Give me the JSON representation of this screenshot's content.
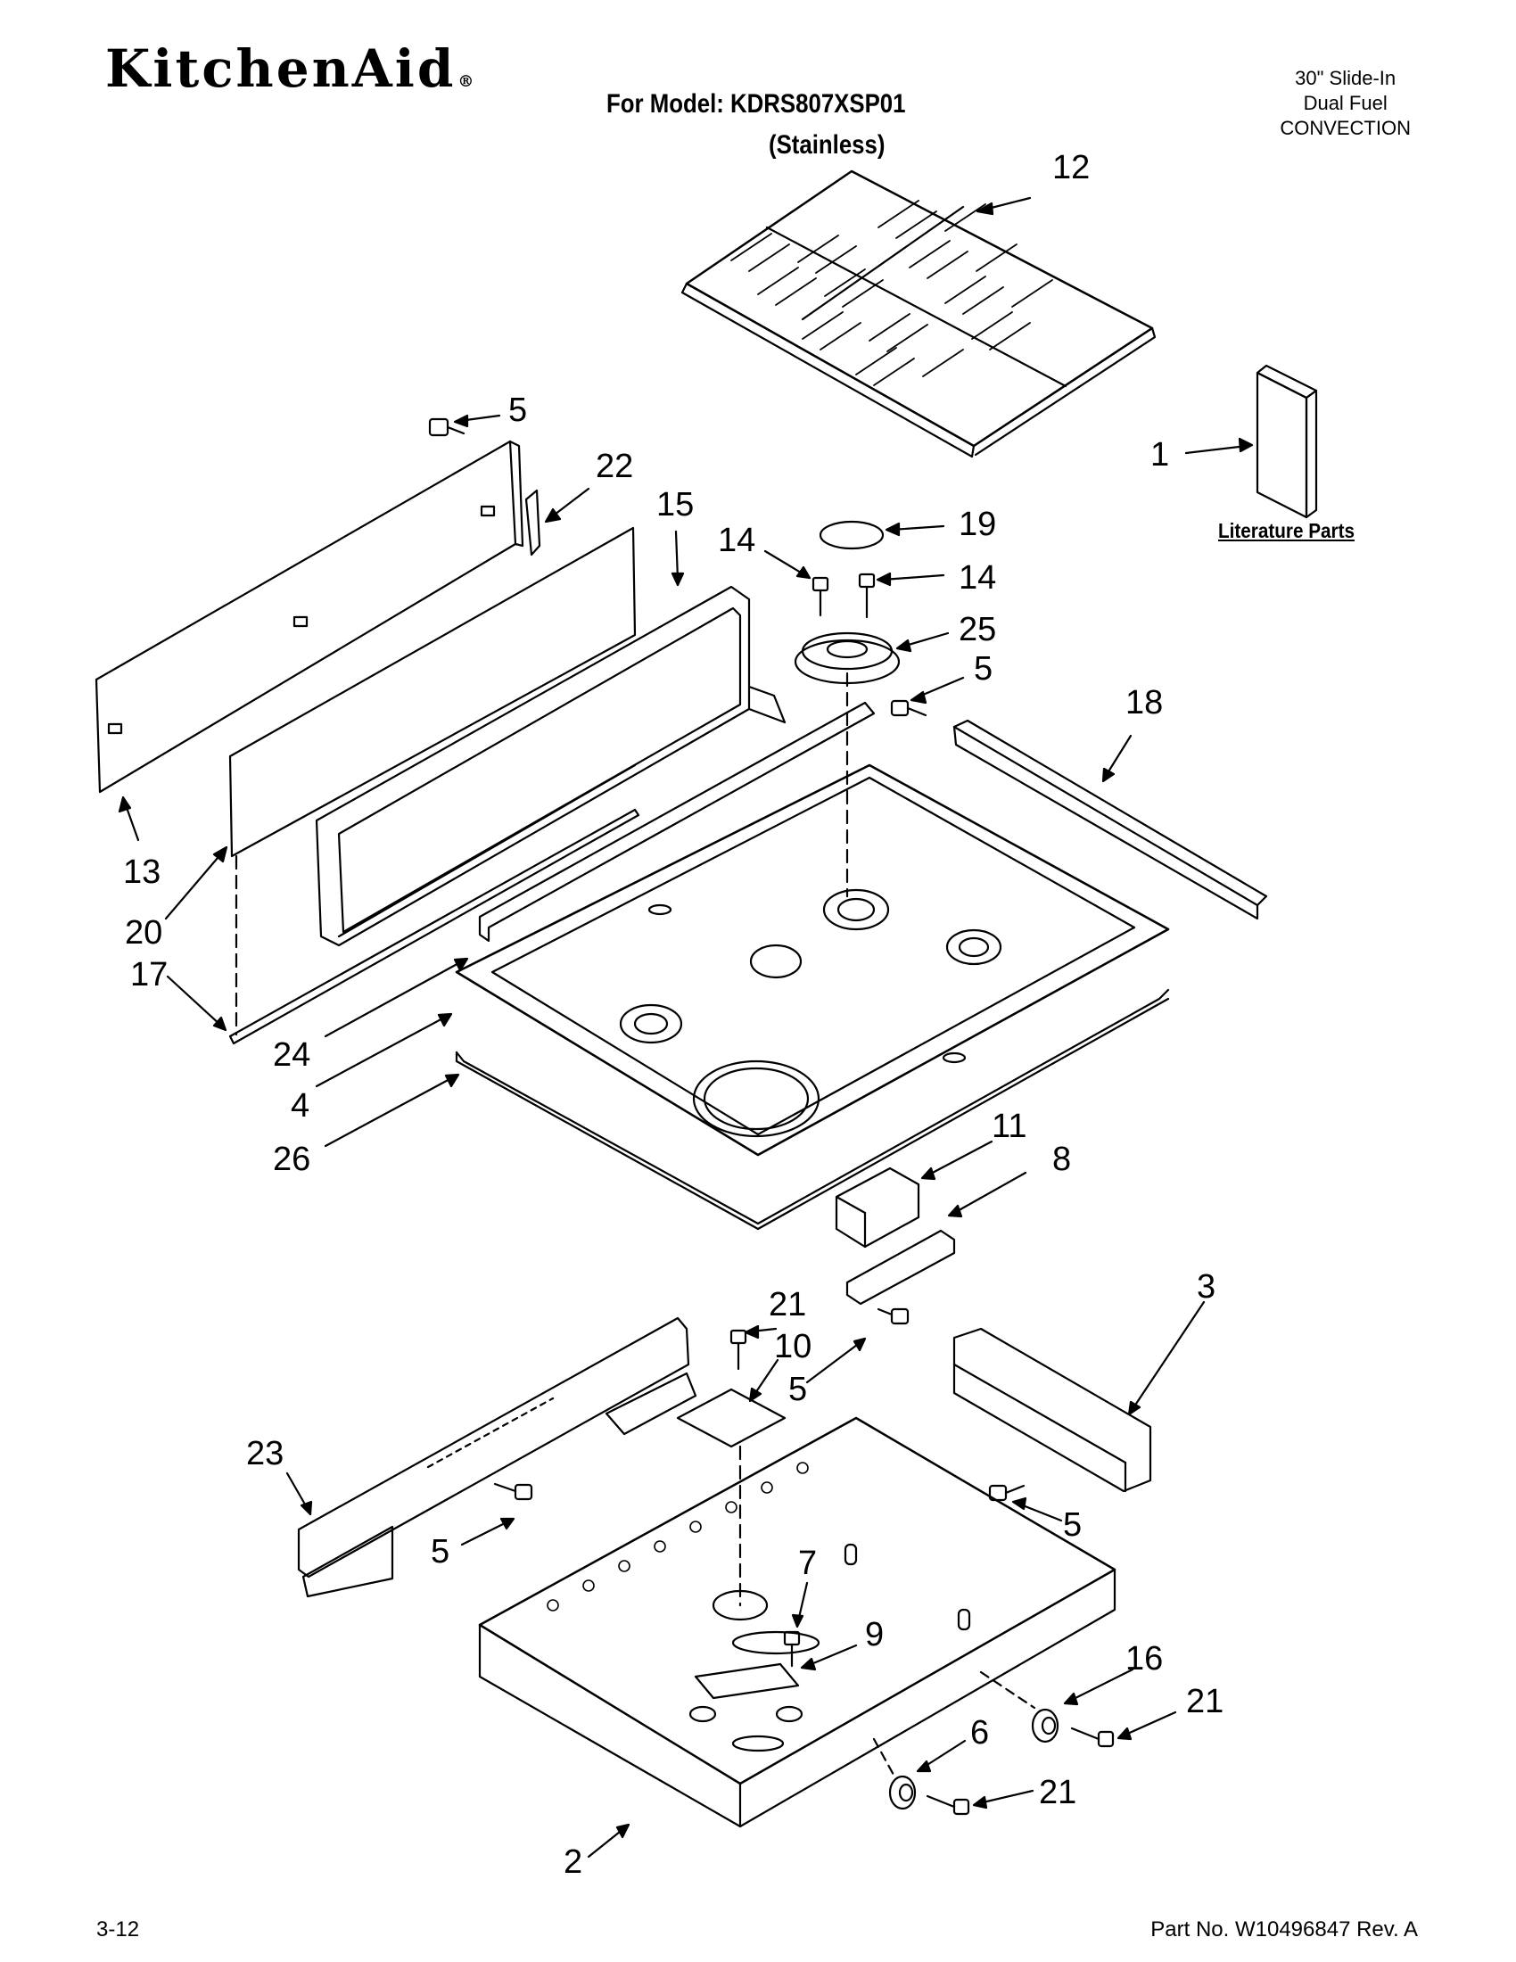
{
  "header": {
    "brand": "KitchenAid",
    "brand_mark": "®",
    "model_line": "For Model: KDRS807XSP01",
    "finish": "(Stainless)",
    "product_lines": [
      "30\" Slide-In",
      "Dual Fuel",
      "CONVECTION"
    ]
  },
  "literature_label": "Literature Parts",
  "footer": {
    "page": "3-12",
    "part_number": "Part No. W10496847 Rev. A"
  },
  "callouts": [
    {
      "id": "c12a",
      "label": "12"
    },
    {
      "id": "c1",
      "label": "1"
    },
    {
      "id": "c5a",
      "label": "5"
    },
    {
      "id": "c22",
      "label": "22"
    },
    {
      "id": "c15",
      "label": "15"
    },
    {
      "id": "c19",
      "label": "19"
    },
    {
      "id": "c14a",
      "label": "14"
    },
    {
      "id": "c14b",
      "label": "14"
    },
    {
      "id": "c25",
      "label": "25"
    },
    {
      "id": "c5b",
      "label": "5"
    },
    {
      "id": "c18",
      "label": "18"
    },
    {
      "id": "c13",
      "label": "13"
    },
    {
      "id": "c20",
      "label": "20"
    },
    {
      "id": "c17",
      "label": "17"
    },
    {
      "id": "c24",
      "label": "24"
    },
    {
      "id": "c4",
      "label": "4"
    },
    {
      "id": "c26",
      "label": "26"
    },
    {
      "id": "c11",
      "label": "11"
    },
    {
      "id": "c8",
      "label": "8"
    },
    {
      "id": "c21a",
      "label": "21"
    },
    {
      "id": "c10",
      "label": "10"
    },
    {
      "id": "c3",
      "label": "3"
    },
    {
      "id": "c5c",
      "label": "5"
    },
    {
      "id": "c23",
      "label": "23"
    },
    {
      "id": "c5d",
      "label": "5"
    },
    {
      "id": "c5e",
      "label": "5"
    },
    {
      "id": "c7",
      "label": "7"
    },
    {
      "id": "c9",
      "label": "9"
    },
    {
      "id": "c16",
      "label": "16"
    },
    {
      "id": "c21b",
      "label": "21"
    },
    {
      "id": "c6",
      "label": "6"
    },
    {
      "id": "c21c",
      "label": "21"
    },
    {
      "id": "c2",
      "label": "2"
    }
  ]
}
